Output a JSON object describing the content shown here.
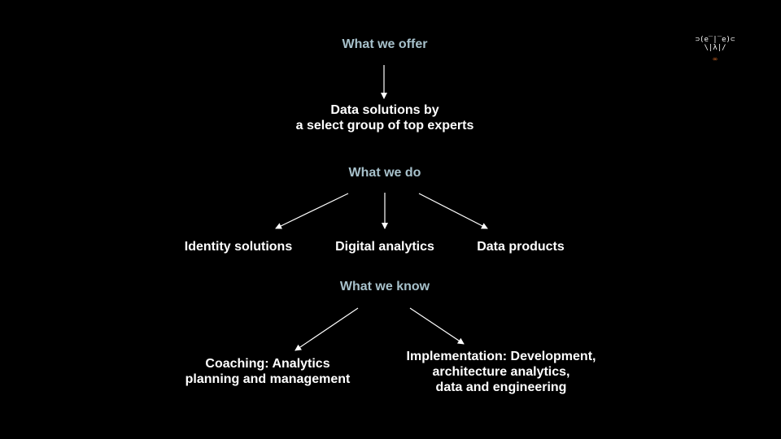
{
  "sections": {
    "offer": {
      "heading": "What we offer",
      "items": [
        {
          "lines": [
            "Data solutions by",
            "a select group of top experts"
          ]
        }
      ]
    },
    "do": {
      "heading": "What we do",
      "items": [
        {
          "lines": [
            "Identity solutions"
          ]
        },
        {
          "lines": [
            "Digital analytics"
          ]
        },
        {
          "lines": [
            "Data products"
          ]
        }
      ]
    },
    "know": {
      "heading": "What we know",
      "items": [
        {
          "lines": [
            "Coaching: Analytics",
            "planning and management"
          ]
        },
        {
          "lines": [
            "Implementation: Development,",
            "architecture analytics,",
            "data and engineering"
          ]
        }
      ]
    }
  },
  "logo": {
    "face_line1": "⊃(e‾|‾e)⊂",
    "face_line2": "\\|λ|/",
    "mark": "∞"
  },
  "colors": {
    "background": "#000000",
    "heading": "#a7c1cb",
    "text": "#ffffff",
    "arrow": "#ffffff",
    "logo_mark": "#e0702a"
  }
}
